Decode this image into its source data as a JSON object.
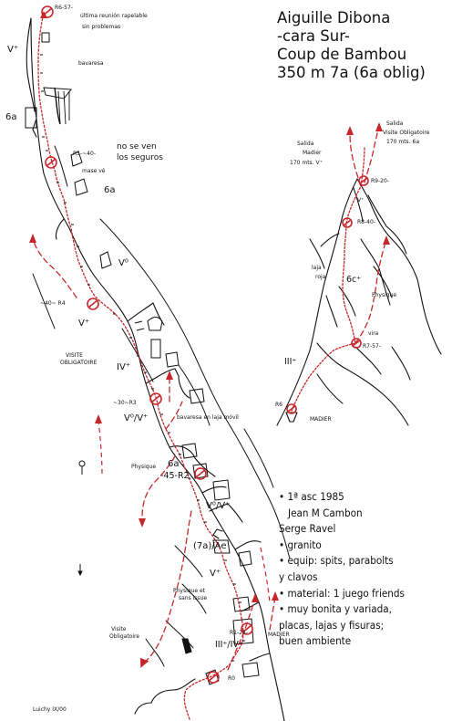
{
  "title": {
    "line1": "Aiguille Dibona",
    "line2": "-cara Sur-",
    "line3": "Coup de Bambou",
    "line4": "350 m 7a (6a oblig)"
  },
  "info": {
    "l1": "• 1ª asc 1985",
    "l2": "Jean M Cambon",
    "l3": "Serge Ravel",
    "l4": "• granito",
    "l5": "• equip: spits, parabolts",
    "l6": "y clavos",
    "l7": "• material: 1 juego friends",
    "l8": "• muy bonita y variada,",
    "l9": "placas, lajas y fisuras;",
    "l10": "buen ambiente"
  },
  "labels": {
    "r6": "R6-57-",
    "r6_note1": "última reunión rapelable",
    "r6_note2": "sin problemas",
    "v_top": "V⁺",
    "bavaresa_top": "bavaresa",
    "g6a_left": "6a",
    "r5": "R5-~40-",
    "mase": "mase vé",
    "no_se_ven1": "no se ven",
    "no_se_ven2": "los seguros",
    "g6a_mid": "6a",
    "v_mid": "V⁰",
    "r4": "~40~ R4",
    "v_plus_left": "V⁺",
    "visite1": "VISITE",
    "visite2": "OBLIGATOIRE",
    "iv_plus": "IV⁺",
    "r3": "~30~R3",
    "vv_plus": "V⁰/V⁺",
    "bavaresa_laja": "bavaresa en laja móvil",
    "physique_left": "Physique",
    "g6a_r2": "6a",
    "r2": "-45-R2",
    "vv_plus2": "V⁰/V⁺",
    "seven_a": "(7a)/Ae",
    "v_plus_low": "V⁺",
    "physique_et1": "Physique et",
    "physique_et2": "sans issue",
    "r1": "R1-25-",
    "iii_iv": "III⁺/IV⁺",
    "r0": "R0",
    "madier_low": "MADIER",
    "visite_low1": "Visite",
    "visite_low2": "Obligatoire",
    "signature": "Luichy IX/00",
    "inset_salida_madier1": "Salida",
    "inset_salida_madier2": "Madier",
    "inset_salida_madier3": "170 mts. V⁺",
    "inset_salida_visite1": "Salida",
    "inset_salida_visite2": "Visite Obligatoire",
    "inset_salida_visite3": "170 mts. 6a",
    "inset_r9": "R9-20-",
    "inset_v": "V⁺",
    "inset_r8": "R8-40-",
    "inset_laja1": "laja",
    "inset_laja2": "roja",
    "inset_6c": "6c⁺",
    "inset_physique": "Physique",
    "inset_vira": "vira",
    "inset_r7": "R7-57-",
    "inset_iii": "III⁺",
    "inset_r6": "R6",
    "inset_madier": "MADIER"
  },
  "colors": {
    "route": "#c8262b",
    "ink": "#111111",
    "belay": "#c8262b"
  }
}
